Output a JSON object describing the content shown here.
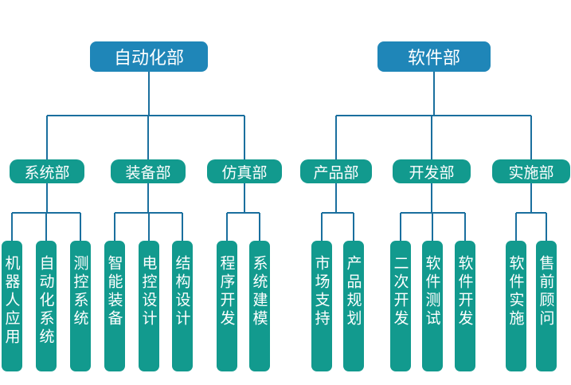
{
  "colors": {
    "root": "#1f86b8",
    "node": "#129a8e",
    "line": "#1a6f9e"
  },
  "roots": [
    {
      "label": "自动化部",
      "departments": [
        {
          "label": "系统部",
          "leaves": [
            "机器人应用",
            "自动化系统",
            "测控系统"
          ]
        },
        {
          "label": "装备部",
          "leaves": [
            "智能装备",
            "电控设计",
            "结构设计"
          ]
        },
        {
          "label": "仿真部",
          "leaves": [
            "程序开发",
            "系统建模"
          ]
        }
      ]
    },
    {
      "label": "软件部",
      "departments": [
        {
          "label": "产品部",
          "leaves": [
            "市场支持",
            "产品规划"
          ]
        },
        {
          "label": "开发部",
          "leaves": [
            "二次开发",
            "软件测试",
            "软件开发"
          ]
        },
        {
          "label": "实施部",
          "leaves": [
            "软件实施",
            "售前顾问"
          ]
        }
      ]
    }
  ]
}
